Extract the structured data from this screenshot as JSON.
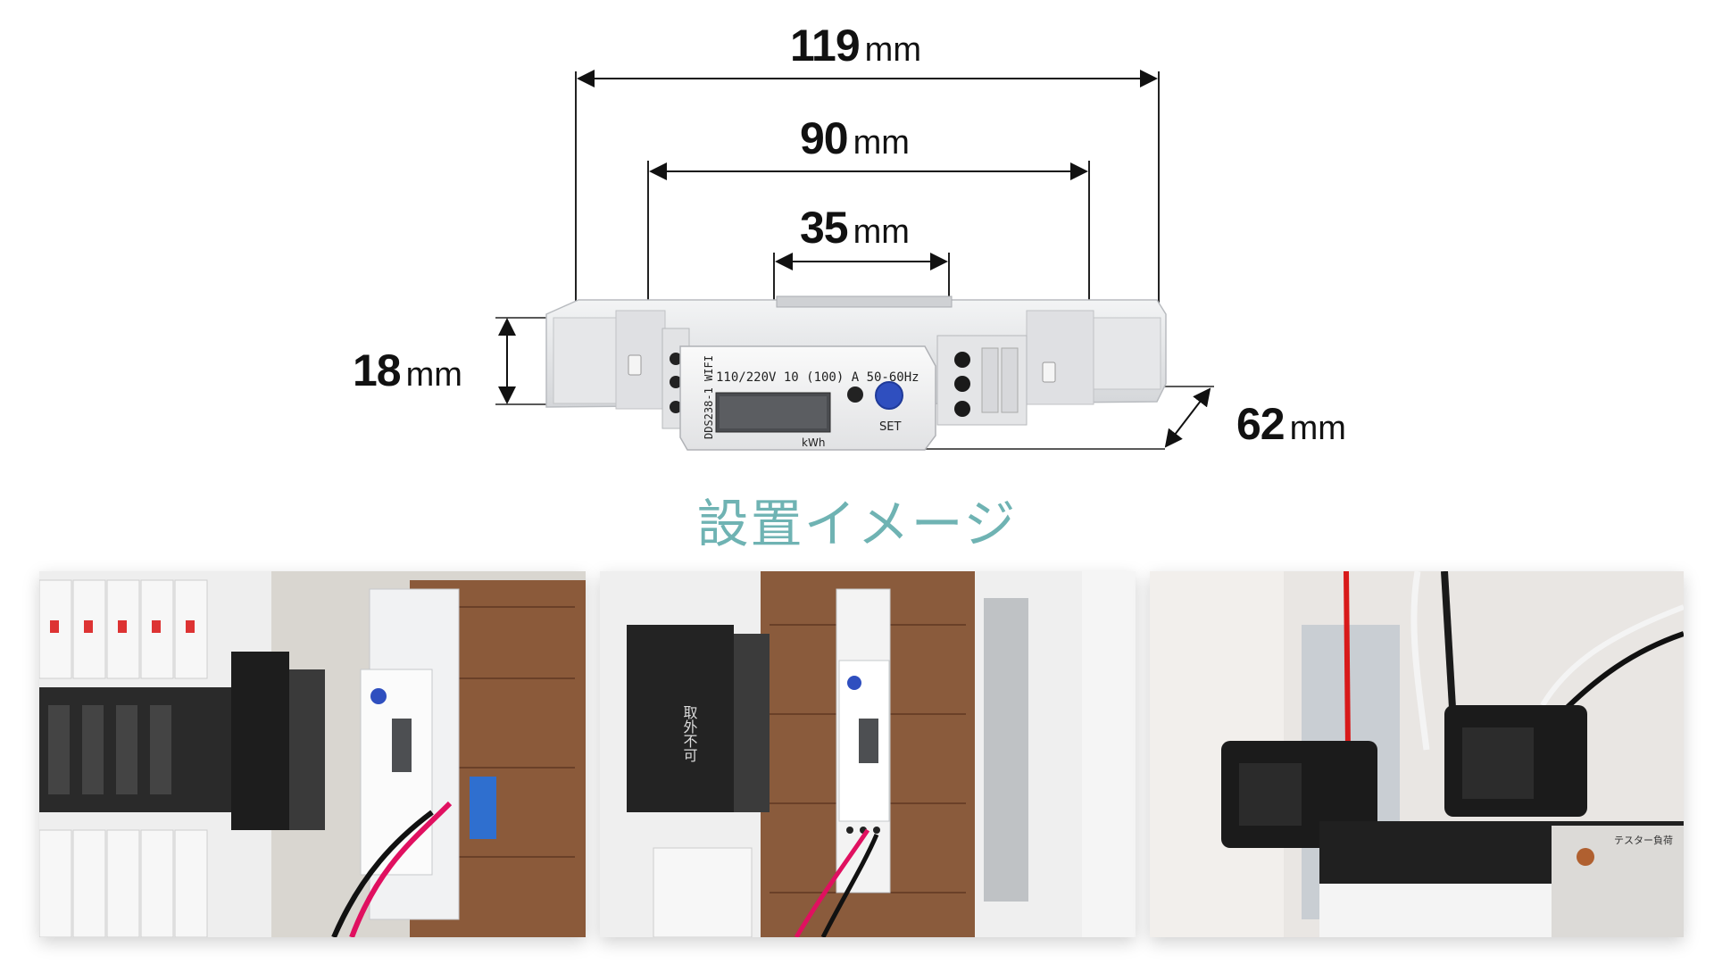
{
  "dimensions": {
    "width_overall": {
      "value": "119",
      "unit": "mm"
    },
    "width_body": {
      "value": "90",
      "unit": "mm"
    },
    "width_front": {
      "value": "35",
      "unit": "mm"
    },
    "height": {
      "value": "18",
      "unit": "mm"
    },
    "depth": {
      "value": "62",
      "unit": "mm"
    }
  },
  "product_labels": {
    "rating": "110/220V 10 (100) A 50-60Hz",
    "model": "DDS238-1 WIFI",
    "unit": "kWh",
    "set": "SET"
  },
  "heading": "設置イメージ",
  "photo_labels": {
    "photo2_tag": "取外不可",
    "photo3_tag": "テスター負荷"
  },
  "colors": {
    "heading": "#6fb3b3",
    "set_button": "#2f4fbf",
    "device_body": "#e9eaec"
  }
}
